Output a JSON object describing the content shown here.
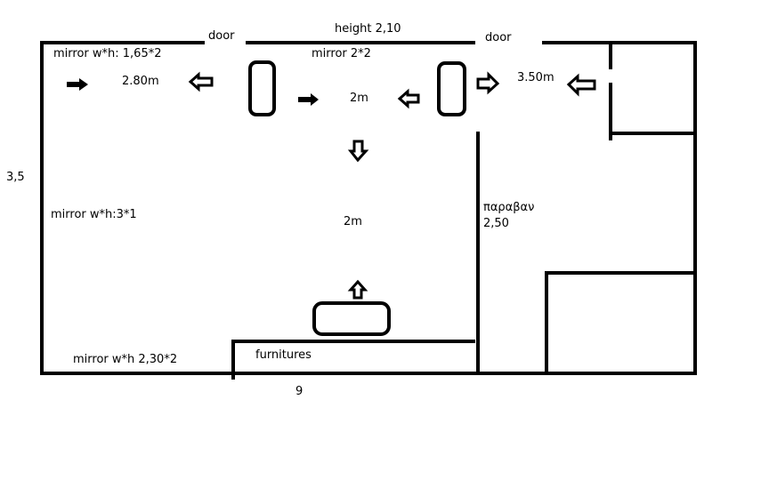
{
  "labels": {
    "door_left": "door",
    "door_right": "door",
    "height": "height 2,10",
    "mirror_top_left": "mirror w*h: 1,65*2",
    "mirror_top_center": "mirror 2*2",
    "dist_280": "2.80m",
    "dist_2m_top": "2m",
    "dist_350": "3.50m",
    "side_35": "3,5",
    "mirror_left_wall": "mirror  w*h:3*1",
    "dist_2m_center": "2m",
    "partition_word": "παραβαν",
    "partition_value": "2,50",
    "mirror_bottom": "mirror w*h 2,30*2",
    "furnitures": "furnitures",
    "bottom_9": "9"
  },
  "colors": {
    "ink": "#000000",
    "paper": "#ffffff"
  }
}
